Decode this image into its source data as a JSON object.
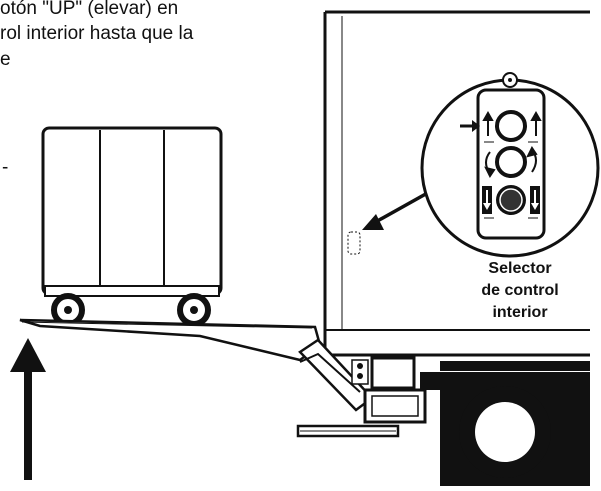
{
  "instructions": {
    "line1": "otón \"UP\" (elevar) en",
    "line2": "rol interior hasta que la",
    "line3": "e",
    "fragment1": "-"
  },
  "callout": {
    "line1": "Selector",
    "line2": "de control",
    "line3": "interior"
  },
  "colors": {
    "ink": "#111111",
    "background": "#ffffff"
  },
  "icons": [
    "up-arrow-icon",
    "down-arrow-icon",
    "rotate-icon",
    "pointer-arrow-icon"
  ]
}
